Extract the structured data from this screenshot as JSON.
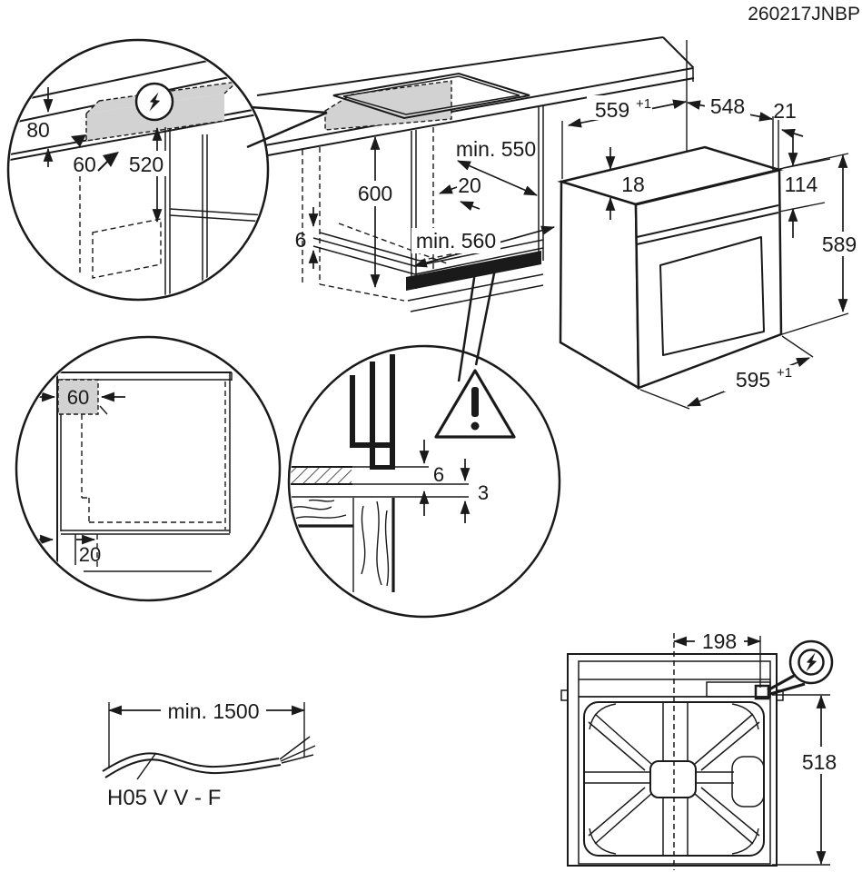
{
  "title": {
    "part_number": "260217JNBP"
  },
  "colors": {
    "line": "#1a1a1a",
    "shade": "#d2d2d2",
    "background": "#ffffff"
  },
  "detail_connection_area": {
    "gap_above_worktop": "80",
    "recess_from_front": "60",
    "height_below_worktop": "520",
    "icon": "electric-supply"
  },
  "cabinet_niche": {
    "niche_height": "600",
    "worktop_depth_min": "min. 550",
    "shelf_setback": "20",
    "shelf_air_gap": "6",
    "niche_width_min": "min. 560"
  },
  "oven_front": {
    "depth": "559",
    "depth_tolerance": "+1",
    "top_width": "548",
    "rear_clearance": "21",
    "top_recess": "18",
    "control_panel_height": "114",
    "height": "589",
    "width": "595",
    "width_tolerance": "+1"
  },
  "detail_side_clearance": {
    "top_clearance": "60",
    "bottom_clearance": "20"
  },
  "detail_front_gaps": {
    "upper_gap": "6",
    "lower_gap": "3",
    "icon": "warning"
  },
  "power_cable": {
    "length": "min. 1500",
    "cable_type": "H05 V V - F"
  },
  "oven_back": {
    "connection_offset": "198",
    "back_height": "518",
    "icon": "electric-supply"
  }
}
